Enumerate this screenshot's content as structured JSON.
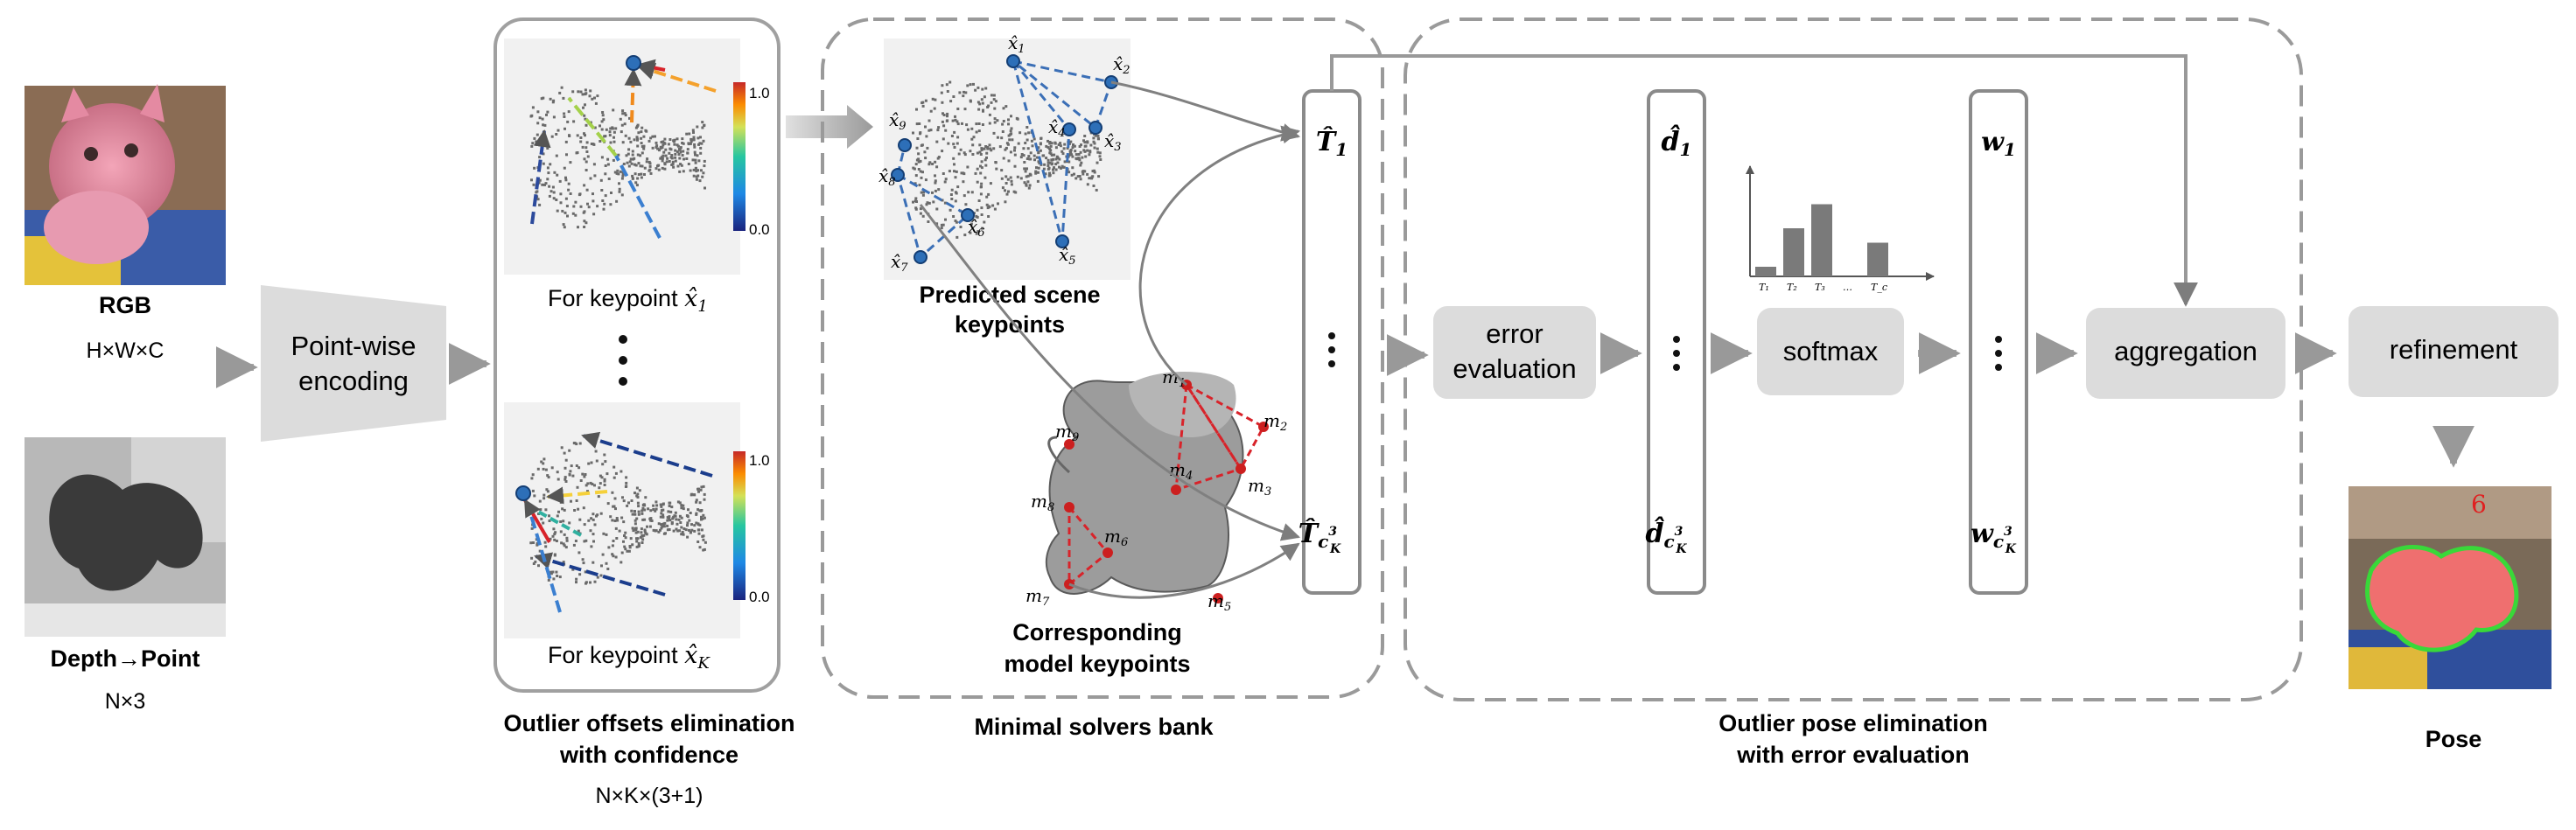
{
  "inputs": {
    "rgb_label": "RGB",
    "rgb_dim": "H×W×C",
    "depth_label": "Depth→Point",
    "depth_dim": "N×3"
  },
  "encoder": {
    "label_line1": "Point-wise",
    "label_line2": "encoding"
  },
  "offsets_panel": {
    "keypoint1_prefix": "For keypoint ",
    "keypoint1_sym": "x̂",
    "keypoint1_sub": "1",
    "keypointK_prefix": "For keypoint ",
    "keypointK_sym": "x̂",
    "keypointK_sub": "K",
    "colorbar_max": "1.0",
    "colorbar_min": "0.0",
    "caption_line1": "Outlier offsets elimination",
    "caption_line2": "with confidence",
    "dim": "N×K×(3+1)"
  },
  "solvers_panel": {
    "scene_caption_line1": "Predicted scene",
    "scene_caption_line2": "keypoints",
    "model_caption_line1": "Corresponding",
    "model_caption_line2": "model keypoints",
    "caption": "Minimal solvers bank",
    "scene_keypoints": [
      {
        "sym": "x̂",
        "sub": "1"
      },
      {
        "sym": "x̂",
        "sub": "2"
      },
      {
        "sym": "x̂",
        "sub": "3"
      },
      {
        "sym": "x̂",
        "sub": "4"
      },
      {
        "sym": "x̂",
        "sub": "5"
      },
      {
        "sym": "x̂",
        "sub": "6"
      },
      {
        "sym": "x̂",
        "sub": "7"
      },
      {
        "sym": "x̂",
        "sub": "8"
      },
      {
        "sym": "x̂",
        "sub": "9"
      }
    ],
    "model_keypoints": [
      {
        "sym": "m",
        "sub": "1"
      },
      {
        "sym": "m",
        "sub": "2"
      },
      {
        "sym": "m",
        "sub": "3"
      },
      {
        "sym": "m",
        "sub": "4"
      },
      {
        "sym": "m",
        "sub": "5"
      },
      {
        "sym": "m",
        "sub": "6"
      },
      {
        "sym": "m",
        "sub": "7"
      },
      {
        "sym": "m",
        "sub": "8"
      },
      {
        "sym": "m",
        "sub": "9"
      }
    ]
  },
  "pose_column": {
    "top_sym": "T̂",
    "top_sub": "1",
    "bottom_sym": "T̂",
    "bottom_sub": "c",
    "bottom_sub2": "3",
    "bottom_sub3": "K",
    "dots": "⋮"
  },
  "error_eval": {
    "label_line1": "error",
    "label_line2": "evaluation"
  },
  "dist_column": {
    "top_sym": "d̂",
    "top_sub": "1",
    "bottom_sym": "d̂",
    "bottom_sub": "c",
    "bottom_sub2": "3",
    "bottom_sub3": "K",
    "dots": "⋮"
  },
  "softmax": {
    "label": "softmax"
  },
  "weight_column": {
    "top_sym": "w",
    "top_sub": "1",
    "bottom_sym": "w",
    "bottom_sub": "c",
    "bottom_sub2": "3",
    "bottom_sub3": "K",
    "dots": "⋮"
  },
  "aggregation": {
    "label": "aggregation"
  },
  "refinement": {
    "label": "refinement"
  },
  "output": {
    "label": "Pose"
  },
  "pose_elim_panel": {
    "caption_line1": "Outlier pose elimination",
    "caption_line2": "with error evaluation"
  },
  "mini_chart": {
    "x_labels": [
      "T₁",
      "T₂",
      "T₃",
      "…",
      "T_c"
    ],
    "values": [
      1,
      5,
      7.5,
      0,
      3.5
    ],
    "ylim": [
      0,
      10
    ]
  },
  "colors": {
    "box_fill": "#dcdcdc",
    "box_stroke": "#8a8a8a",
    "arrow": "#999999",
    "dash_blue": "#3b6fb6",
    "dash_red": "#d8232a",
    "bar_fill": "#7a7a7a"
  }
}
